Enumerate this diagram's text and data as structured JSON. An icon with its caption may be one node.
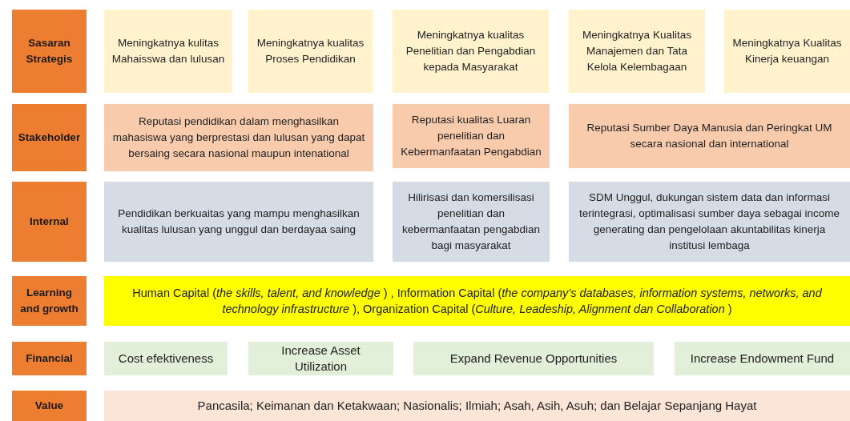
{
  "diagram": {
    "nodes": [
      {
        "text": [
          "Sasaran Strategis"
        ]
      },
      {
        "text": [
          "Meningkatnya kulitas Mahaisswa dan lulusan"
        ]
      },
      {
        "text": [
          "Meningkatnya kualitas Proses Pendidikan"
        ]
      },
      {
        "text": [
          "Meningkatnya kualitas Penelitian dan Pengabdian kepada Masyarakat"
        ]
      },
      {
        "text": [
          "Meningkatnya Kualitas Manajemen dan Tata Kelola Kelembagaan"
        ]
      },
      {
        "text": [
          "Meningkatnya Kualitas Kinerja keuangan"
        ]
      },
      {
        "text": [
          "Stakeholder"
        ]
      },
      {
        "text": [
          "Reputasi pendidikan dalam menghasilkan mahasiswa yang berprestasi dan lulusan yang dapat bersaing secara nasional maupun intenational"
        ]
      },
      {
        "text": [
          "Reputasi kualitas Luaran penelitian dan Kebermanfaatan Pengabdian"
        ]
      },
      {
        "text": [
          "Reputasi Sumber Daya Manusia dan Peringkat UM secara nasional dan international"
        ]
      },
      {
        "text": [
          "Internal"
        ]
      },
      {
        "text": [
          "Pendidikan berkuaitas yang mampu menghasilkan kualitas lulusan yang unggul dan berdayaa saing"
        ]
      },
      {
        "text": [
          "Hilirisasi dan komersilisasi penelitian dan kebermanfaatan pengabdian bagi masyarakat"
        ]
      },
      {
        "text": [
          "SDM Unggul, dukungan sistem data dan informasi terintegrasi, optimalisasi sumber daya sebagai income generating dan pengelolaan akuntabilitas kinerja institusi lembaga"
        ]
      },
      {
        "text": [
          "Learning and growth"
        ]
      },
      {
        "text": [
          "Human Capital (*the skills, talent, and knowledge* ) , Information Capital (*the company’s databases, information systems, networks, and technology infrastructure* ), Organization Capital (*Culture, Leadeship, Alignment dan Collaboration* )"
        ]
      },
      {
        "text": [
          "Financial"
        ]
      },
      {
        "text": [
          "Cost efektiveness"
        ]
      },
      {
        "text": [
          "Increase Asset Utilization"
        ]
      },
      {
        "text": [
          "Expand Revenue Opportunities"
        ]
      },
      {
        "text": [
          "Increase Endowment Fund"
        ]
      },
      {
        "text": [
          "Value"
        ]
      },
      {
        "text": [
          "Pancasila; Keimanan dan Ketakwaan; Nasionalis; Ilmiah; Asah, Asih, Asuh; dan Belajar Sepanjang Hayat"
        ]
      }
    ]
  }
}
